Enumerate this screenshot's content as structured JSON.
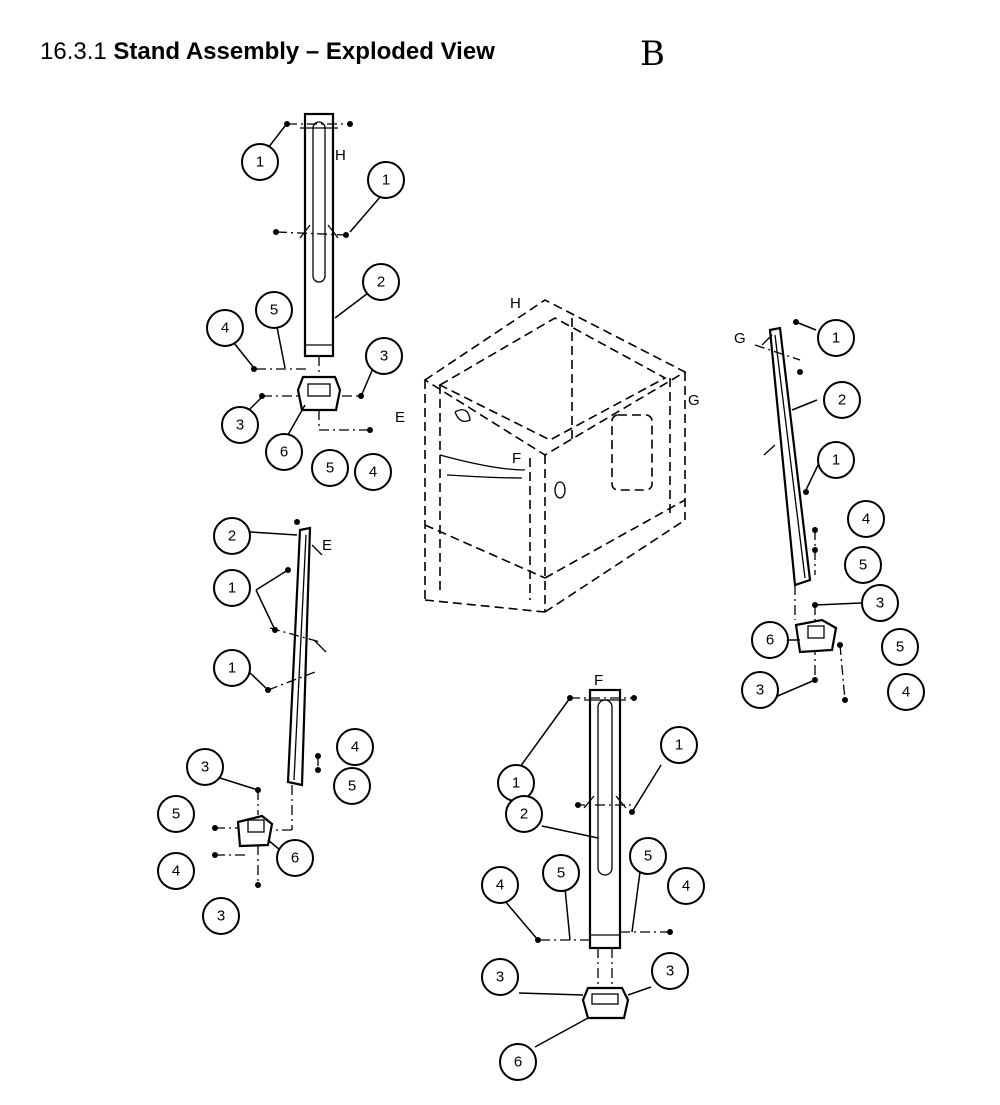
{
  "heading": {
    "number": "16.3.1",
    "title": "Stand Assembly – Exploded View"
  },
  "variant_letter": "B",
  "ref_letters": [
    "H",
    "G",
    "E",
    "F"
  ],
  "part_numbers": [
    "1",
    "2",
    "3",
    "4",
    "5",
    "6"
  ]
}
